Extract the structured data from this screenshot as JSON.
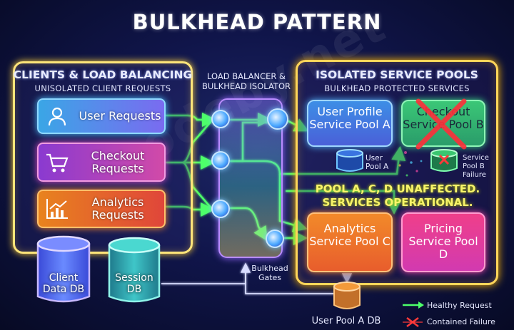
{
  "title": "BULKHEAD PATTERN",
  "left_panel": {
    "heading": "CLIENTS & LOAD BALANCING",
    "subheading": "UNISOLATED CLIENT REQUESTS",
    "requests": [
      {
        "label": "User Requests",
        "icon": "user-icon"
      },
      {
        "label": "Checkout Requests",
        "icon": "cart-icon"
      },
      {
        "label": "Analytics Requests",
        "icon": "chart-icon"
      }
    ]
  },
  "databases": {
    "client": "Client Data DB",
    "session": "Session DB",
    "user_pool_a": "User Pool A DB"
  },
  "middle": {
    "heading": "LOAD BALANCER & BULKHEAD ISOLATOR",
    "gates_label": "Bulkhead Gates"
  },
  "right_panel": {
    "heading": "ISOLATED SERVICE POOLS",
    "subheading": "BULKHEAD PROTECTED SERVICES",
    "pools": [
      {
        "label": "User Profile Service Pool A",
        "db_label": "User Pool A"
      },
      {
        "label": "Checkout Service Pool B",
        "db_label": "Service Pool B Failure"
      },
      {
        "label": "Analytics Service Pool C"
      },
      {
        "label": "Pricing Service Pool D"
      }
    ],
    "status": "POOL A, C, D UNAFFECTED. SERVICES OPERATIONAL."
  },
  "legend": {
    "healthy": "Healthy Request",
    "contained": "Contained Failure"
  },
  "colors": {
    "healthy": "#4dff6a",
    "failure": "#ff3a3a",
    "accent": "#ffd65a"
  },
  "watermark": "codeby.net"
}
